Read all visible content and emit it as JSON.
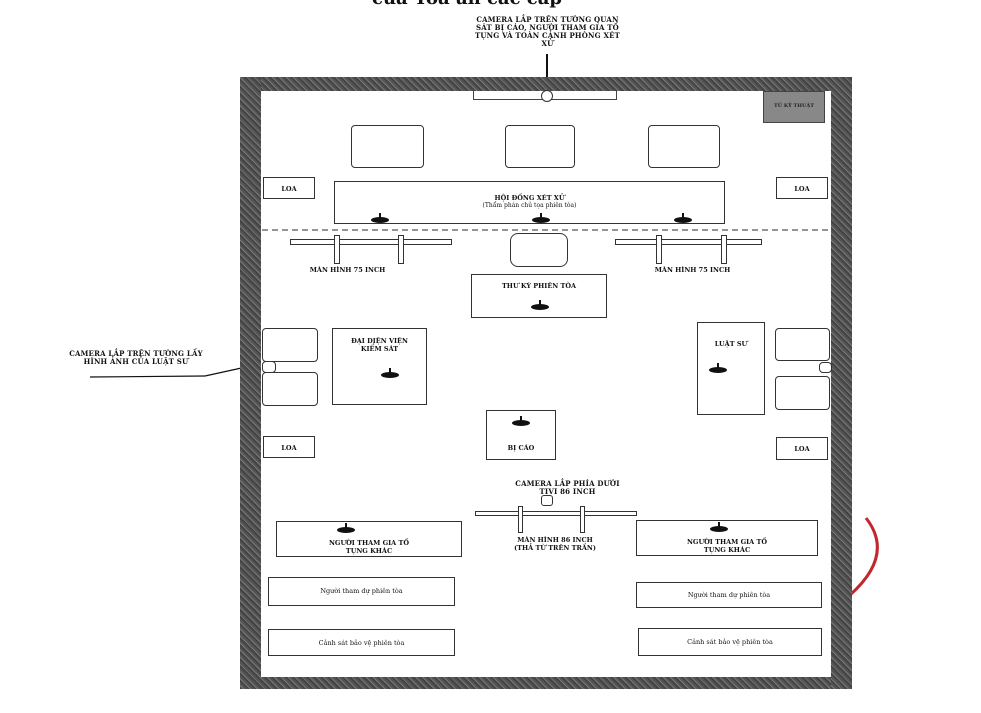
{
  "title_partial": "của Tòa án các cấp",
  "cameras": {
    "top": "CAMERA LẮP TRÊN TƯỜNG QUAN SÁT BỊ CÁO, NGƯỜI THAM GIA TỐ TỤNG VÀ TOÀN CẢNH PHÒNG XÉT XỬ",
    "left": "CAMERA LẮP TRÊN TƯỜNG LẤY HÌNH ẢNH CỦA LUẬT SƯ",
    "bottom": "CAMERA LẮP PHÍA DƯỚI TIVI 86 INCH"
  },
  "tech_cabinet": "TỦ KỸ THUẬT",
  "speaker": "LOA",
  "judges": {
    "title": "HỘI ĐỒNG XÉT XỬ",
    "subtitle": "(Thẩm phán chủ tọa phiên tòa)"
  },
  "screen_75": "MÀN HÌNH 75 INCH",
  "clerk": "THƯ KÝ PHIÊN TÒA",
  "prosecutor": "ĐẠI DIỆN VIỆN KIỂM SÁT",
  "lawyer": "LUẬT SƯ",
  "defendant": "BỊ CÁO",
  "screen_86": {
    "line1": "MÀN HÌNH 86 INCH",
    "line2": "(THẢ TỪ TRÊN TRẦN)"
  },
  "other_participants": "NGƯỜI THAM GIA TỐ TỤNG KHÁC",
  "attendees": "Người tham dự phiên tòa",
  "police": "Cảnh sát bảo vệ phiên tòa",
  "colors": {
    "wall": "#555555",
    "stamp": "#c0282d"
  }
}
